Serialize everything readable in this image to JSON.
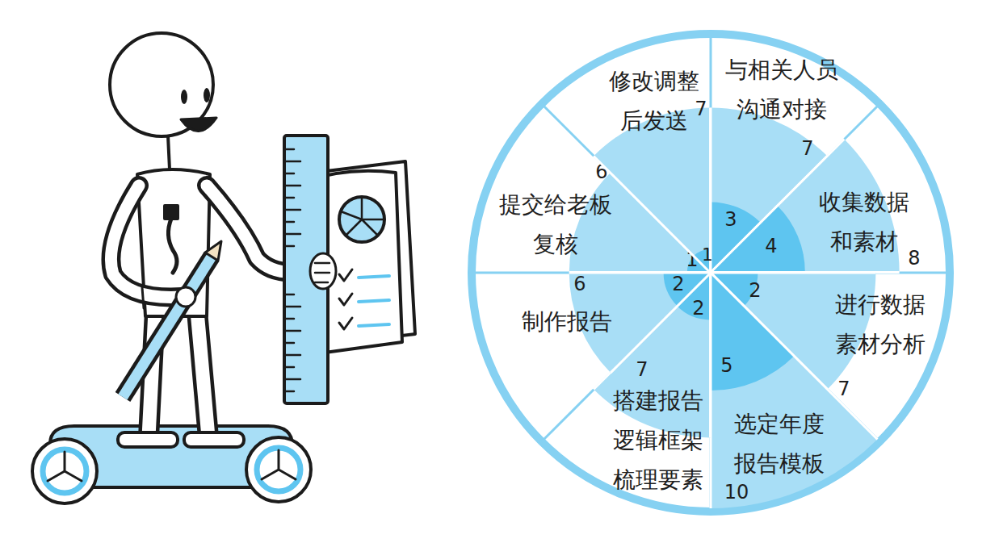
{
  "diagram": {
    "nodes": [
      {
        "text": [
          "与相关人员 沟通对接",
          "7",
          "3"
        ]
      },
      {
        "text": [
          "收集数据 和素材",
          "8",
          "4"
        ]
      },
      {
        "text": [
          "进行数据 素材分析",
          "7",
          "2"
        ]
      },
      {
        "text": [
          "选定年度 报告模板",
          "10",
          "5"
        ]
      },
      {
        "text": [
          "搭建报告 逻辑框架 梳理要素",
          "7",
          "2"
        ]
      },
      {
        "text": [
          "制作报告",
          "6",
          "2"
        ]
      },
      {
        "text": [
          "提交给老板 复核",
          "6",
          "1"
        ]
      },
      {
        "text": [
          "修改调整 后发送",
          "7",
          "1"
        ]
      }
    ]
  }
}
